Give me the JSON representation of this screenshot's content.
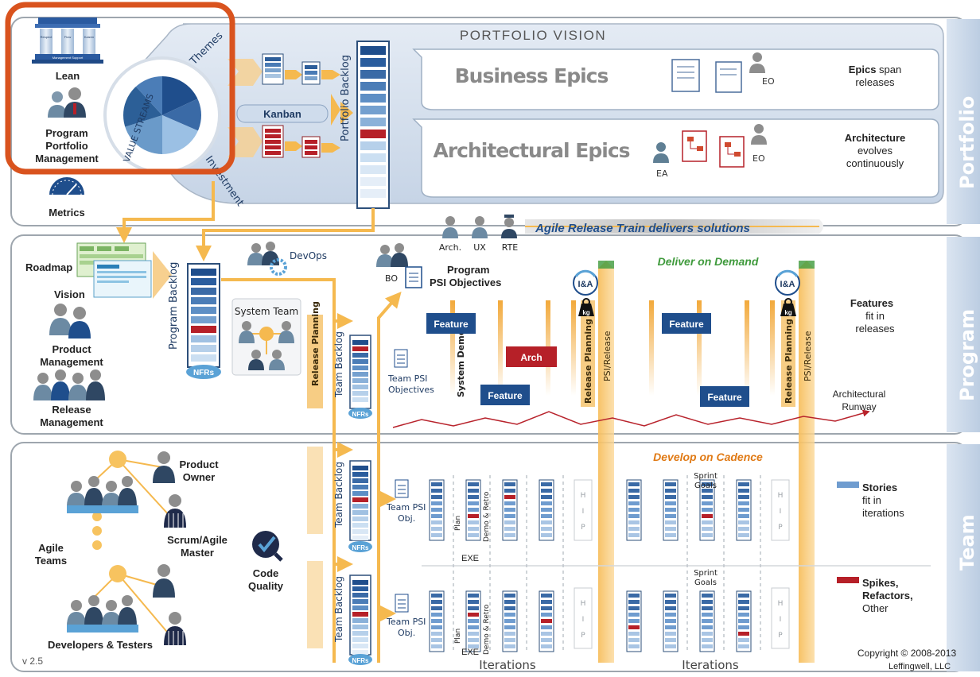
{
  "portfolio": {
    "lean_label": "Lean",
    "lean_mini_pillars": [
      "Respect",
      "Flow",
      "Kaizen"
    ],
    "lean_mini_base": "Management Support",
    "ppm_label_lines": [
      "Program",
      "Portfolio",
      "Management"
    ],
    "metrics_label": "Metrics",
    "value_streams_label": "VALUE STREAMS",
    "themes_label": "Themes",
    "investment_label": "Investment",
    "kanban_label": "Kanban",
    "vision_title": "PORTFOLIO VISION",
    "portfolio_backlog_label": "Portfolio Backlog",
    "business_epics_label": "Business Epics",
    "architectural_epics_label": "Architectural Epics",
    "eo_label": "EO",
    "ea_label": "EA",
    "note_epics_bold": "Epics",
    "note_epics_rest": " span",
    "note_epics_line2": "releases",
    "note_arch_bold": "Architecture",
    "note_arch_line2": "evolves",
    "note_arch_line3": "continuously",
    "band_label": "Portfolio"
  },
  "program": {
    "roadmap_label": "Roadmap",
    "vision_label": "Vision",
    "pm_label_lines": [
      "Product",
      "Management"
    ],
    "rm_label_lines": [
      "Release",
      "Management"
    ],
    "program_backlog_label": "Program Backlog",
    "nfrs_label": "NFRs",
    "devops_label": "DevOps",
    "system_team_label": "System Team",
    "release_planning_label": "Release Planning",
    "team_backlog_label": "Team Backlog",
    "team_psi_objectives_lines": [
      "Team PSI",
      "Objectives"
    ],
    "roles": [
      "Arch.",
      "UX",
      "RTE"
    ],
    "art_banner": "Agile Release Train delivers solutions",
    "bo_label": "BO",
    "program_psi_lines": [
      "Program",
      "PSI Objectives"
    ],
    "deliver_on_demand": "Deliver on Demand",
    "feature_label": "Feature",
    "arch_label": "Arch",
    "system_demo_label": "System Demo",
    "psi_release_label": "PSI/Release",
    "ia_label": "I&A",
    "kg_label": "kg",
    "arch_runway_lines": [
      "Architectural",
      "Runway"
    ],
    "note_features_bold": "Features",
    "note_features_line2": "fit in",
    "note_features_line3": "releases",
    "band_label": "Program"
  },
  "team": {
    "product_owner_lines": [
      "Product",
      "Owner"
    ],
    "scrum_master_lines": [
      "Scrum/Agile",
      "Master"
    ],
    "agile_teams_lines": [
      "Agile",
      "Teams"
    ],
    "dev_testers_label": "Developers & Testers",
    "code_quality_lines": [
      "Code",
      "Quality"
    ],
    "team_backlog_label": "Team Backlog",
    "nfrs_label": "NFRs",
    "team_psi_obj_lines": [
      "Team PSI",
      "Obj."
    ],
    "develop_on_cadence": "Develop on Cadence",
    "plan_label": "Plan",
    "demo_retro_label": "Demo & Retro",
    "exe_label": "EXE",
    "sprint_goals_lines": [
      "Sprint",
      "Goals"
    ],
    "hip_letters": [
      "H",
      "I",
      "P"
    ],
    "iterations_label": "Iterations",
    "legend_stories_bold": "Stories",
    "legend_stories_line2": "fit in",
    "legend_stories_line3": "iterations",
    "legend_spikes_bold1": "Spikes,",
    "legend_spikes_bold2": "Refactors,",
    "legend_spikes_line3": "Other",
    "band_label": "Team"
  },
  "footer": {
    "version": "v 2.5",
    "copyright": "Copyright © 2008-2013",
    "company": "Leffingwell, LLC"
  },
  "colors": {
    "highlight": "#d9531e",
    "band": "#c5d3e6",
    "band_text": "#ffffff",
    "feature_blue": "#1f4e8c",
    "arch_red": "#b62028",
    "arrow_orange": "#f7bf5e",
    "runway": "#b8232c",
    "deliver_green": "#3f9a3c",
    "develop_orange": "#e07a15"
  }
}
